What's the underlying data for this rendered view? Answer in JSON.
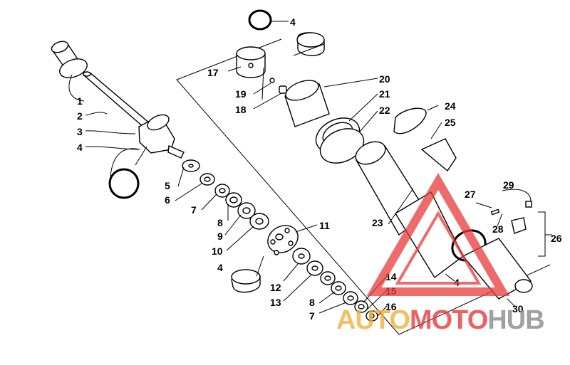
{
  "labels": {
    "l1": "1",
    "l2": "2",
    "l3": "3",
    "l4a": "4",
    "l4b": "4",
    "l4c": "4",
    "l4d": "4",
    "l5": "5",
    "l6": "6",
    "l7a": "7",
    "l7b": "7",
    "l8a": "8",
    "l8b": "8",
    "l9": "9",
    "l10": "10",
    "l11": "11",
    "l12": "12",
    "l13": "13",
    "l14": "14",
    "l15": "15",
    "l16": "16",
    "l17": "17",
    "l18": "18",
    "l19": "19",
    "l20": "20",
    "l21": "21",
    "l22": "22",
    "l23": "23",
    "l24": "24",
    "l25": "25",
    "l26": "26",
    "l27": "27",
    "l28": "28",
    "l29": "29",
    "l30": "30"
  },
  "watermark": {
    "part1": "AUTO",
    "part2": "MOTO",
    "part3": "HUB"
  },
  "colors": {
    "watermark_red": "#e83a3a",
    "watermark_gold": "#f0b13c",
    "watermark_gray": "#8a8a8a"
  }
}
